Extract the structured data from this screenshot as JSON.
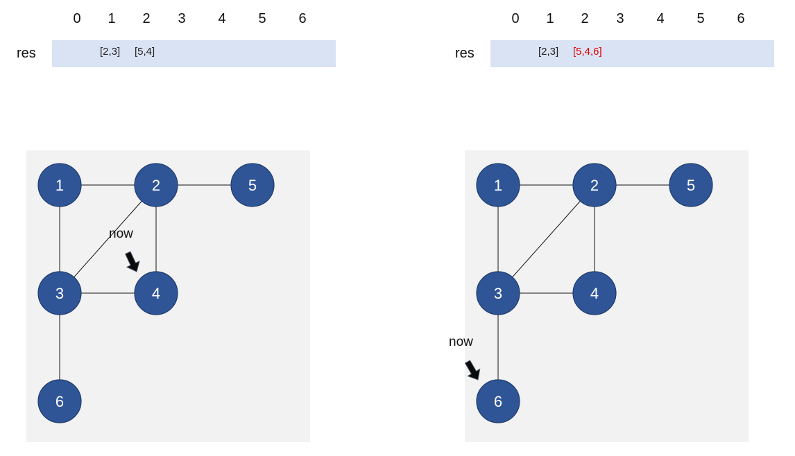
{
  "indices": [
    "0",
    "1",
    "2",
    "3",
    "4",
    "5",
    "6"
  ],
  "res_label": "res",
  "panels": [
    {
      "res_cells": [
        {
          "index": 1,
          "text": "[2,3]",
          "highlight": false
        },
        {
          "index": 2,
          "text": "[5,4]",
          "highlight": false
        }
      ],
      "nodes": [
        "1",
        "2",
        "3",
        "4",
        "5",
        "6"
      ],
      "edges": [
        [
          "1",
          "2"
        ],
        [
          "2",
          "5"
        ],
        [
          "1",
          "3"
        ],
        [
          "2",
          "3"
        ],
        [
          "2",
          "4"
        ],
        [
          "3",
          "4"
        ],
        [
          "3",
          "6"
        ]
      ],
      "pointer": {
        "label": "now",
        "target": "4"
      }
    },
    {
      "res_cells": [
        {
          "index": 1,
          "text": "[2,3]",
          "highlight": false
        },
        {
          "index": 2,
          "text": "[5,4,6]",
          "highlight": true
        }
      ],
      "nodes": [
        "1",
        "2",
        "3",
        "4",
        "5",
        "6"
      ],
      "edges": [
        [
          "1",
          "2"
        ],
        [
          "2",
          "5"
        ],
        [
          "1",
          "3"
        ],
        [
          "2",
          "3"
        ],
        [
          "2",
          "4"
        ],
        [
          "3",
          "4"
        ],
        [
          "3",
          "6"
        ]
      ],
      "pointer": {
        "label": "now",
        "target": "6"
      }
    }
  ],
  "colors": {
    "node_fill": "#2f5597",
    "res_bar": "#dae3f3",
    "graph_bg": "#f2f2f2",
    "highlight": "#e00000"
  }
}
